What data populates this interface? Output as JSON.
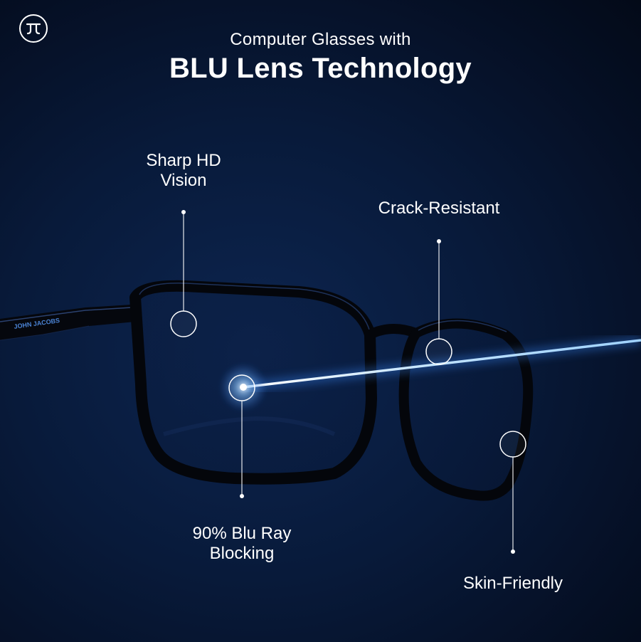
{
  "brand": {
    "logo_icon": "john-jacobs-logo-icon",
    "temple_text": "JOHN JACOBS"
  },
  "header": {
    "subtitle": "Computer Glasses with",
    "title": "BLU Lens Technology"
  },
  "features": {
    "sharp": "Sharp HD\nVision",
    "crack": "Crack-Resistant",
    "blu": "90% Blu Ray\nBlocking",
    "skin": "Skin-Friendly"
  },
  "colors": {
    "beam": "#8fc8ff",
    "background": "#081a3a",
    "text": "#ffffff"
  }
}
